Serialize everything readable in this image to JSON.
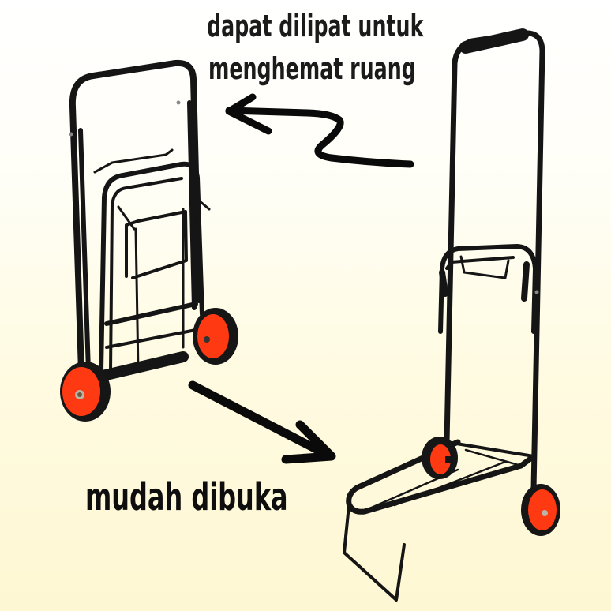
{
  "captions": {
    "top_line1": "dapat dilipat untuk",
    "top_line2": "menghemat ruang",
    "bottom": "mudah dibuka"
  },
  "products": [
    {
      "name": "folded-trolley",
      "state": "folded"
    },
    {
      "name": "unfolded-trolley",
      "state": "unfolded"
    }
  ],
  "colors": {
    "frame": "#151515",
    "wheel_tire": "#161616",
    "wheel_hub": "#ff3a12",
    "background_top": "#ffffff",
    "background_bottom": "#fef7d3",
    "text": "#1b1b1b"
  }
}
